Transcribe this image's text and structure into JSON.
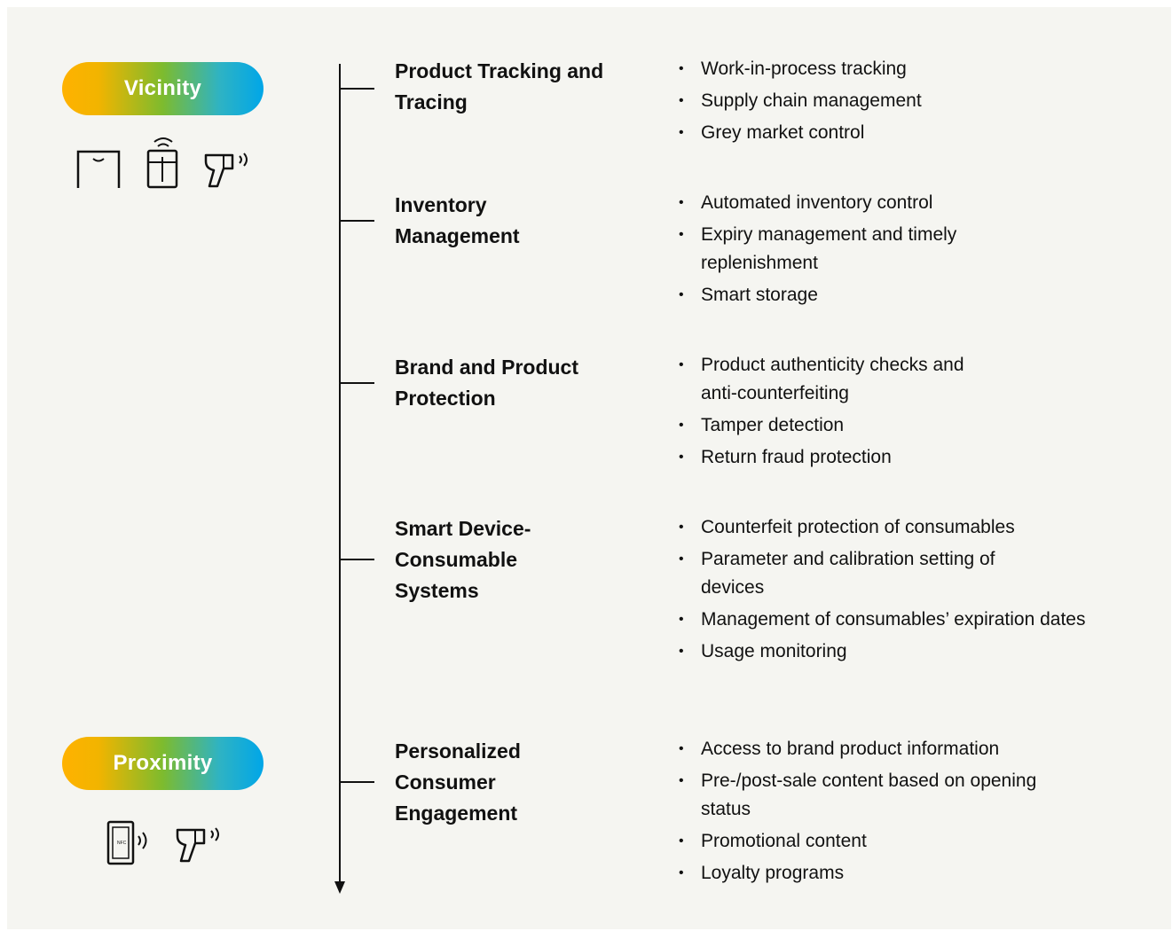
{
  "tiers": {
    "vicinity": {
      "label": "Vicinity",
      "icons": [
        "gate-reader-icon",
        "wifi-reader-icon",
        "handheld-scanner-icon"
      ]
    },
    "proximity": {
      "label": "Proximity",
      "icons": [
        "nfc-phone-icon",
        "handheld-scanner-icon"
      ],
      "nfc_text": "NFC"
    }
  },
  "use_cases": [
    {
      "title": "Product Tracking and Tracing",
      "bullets": [
        "Work-in-process tracking",
        "Supply chain management",
        "Grey market control"
      ]
    },
    {
      "title": "Inventory Management",
      "bullets": [
        "Automated inventory control",
        "Expiry management and timely replenishment",
        "Smart storage"
      ]
    },
    {
      "title": "Brand and Product Protection",
      "bullets": [
        "Product authenticity checks and anti-counterfeiting",
        "Tamper detection",
        "Return fraud protection"
      ]
    },
    {
      "title": "Smart Device-Consumable Systems",
      "bullets": [
        "Counterfeit protection of consumables",
        "Parameter and calibration setting of devices",
        "Management of consumables’ expiration dates",
        "Usage monitoring"
      ]
    },
    {
      "title": "Personalized Consumer Engagement",
      "bullets": [
        "Access to brand product information",
        "Pre-/post-sale content based on opening status",
        "Promotional content",
        "Loyalty programs"
      ]
    }
  ]
}
